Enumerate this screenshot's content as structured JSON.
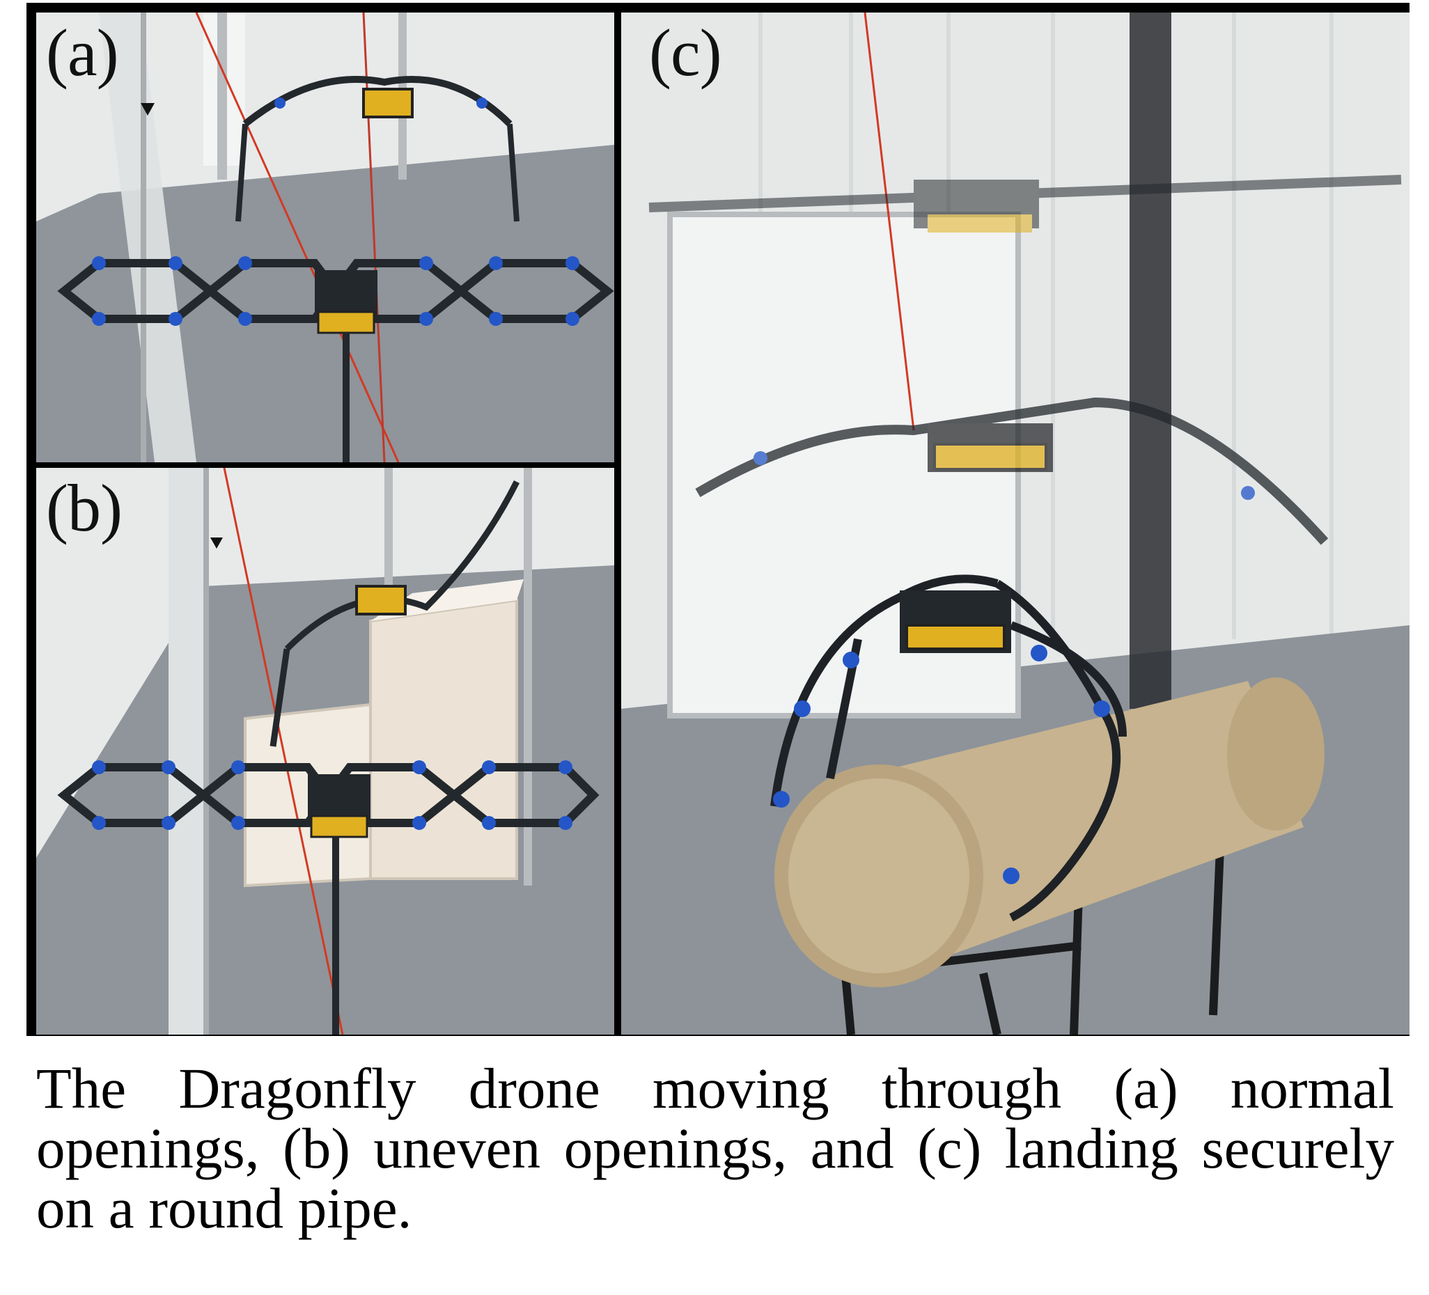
{
  "figure": {
    "panels": [
      {
        "label": "(a)"
      },
      {
        "label": "(b)"
      },
      {
        "label": "(c)"
      }
    ],
    "caption": "The Dragonfly drone moving through (a) normal openings, (b) uneven openings, and (c) landing securely on a round pipe."
  },
  "colors": {
    "frame": "#000000",
    "wall": "#e9ebeb",
    "floor": "#8e949a",
    "drone_frame": "#23282c",
    "drone_joint": "#2456c8",
    "pipe": "#c9b592",
    "tether": "#d23a24"
  }
}
